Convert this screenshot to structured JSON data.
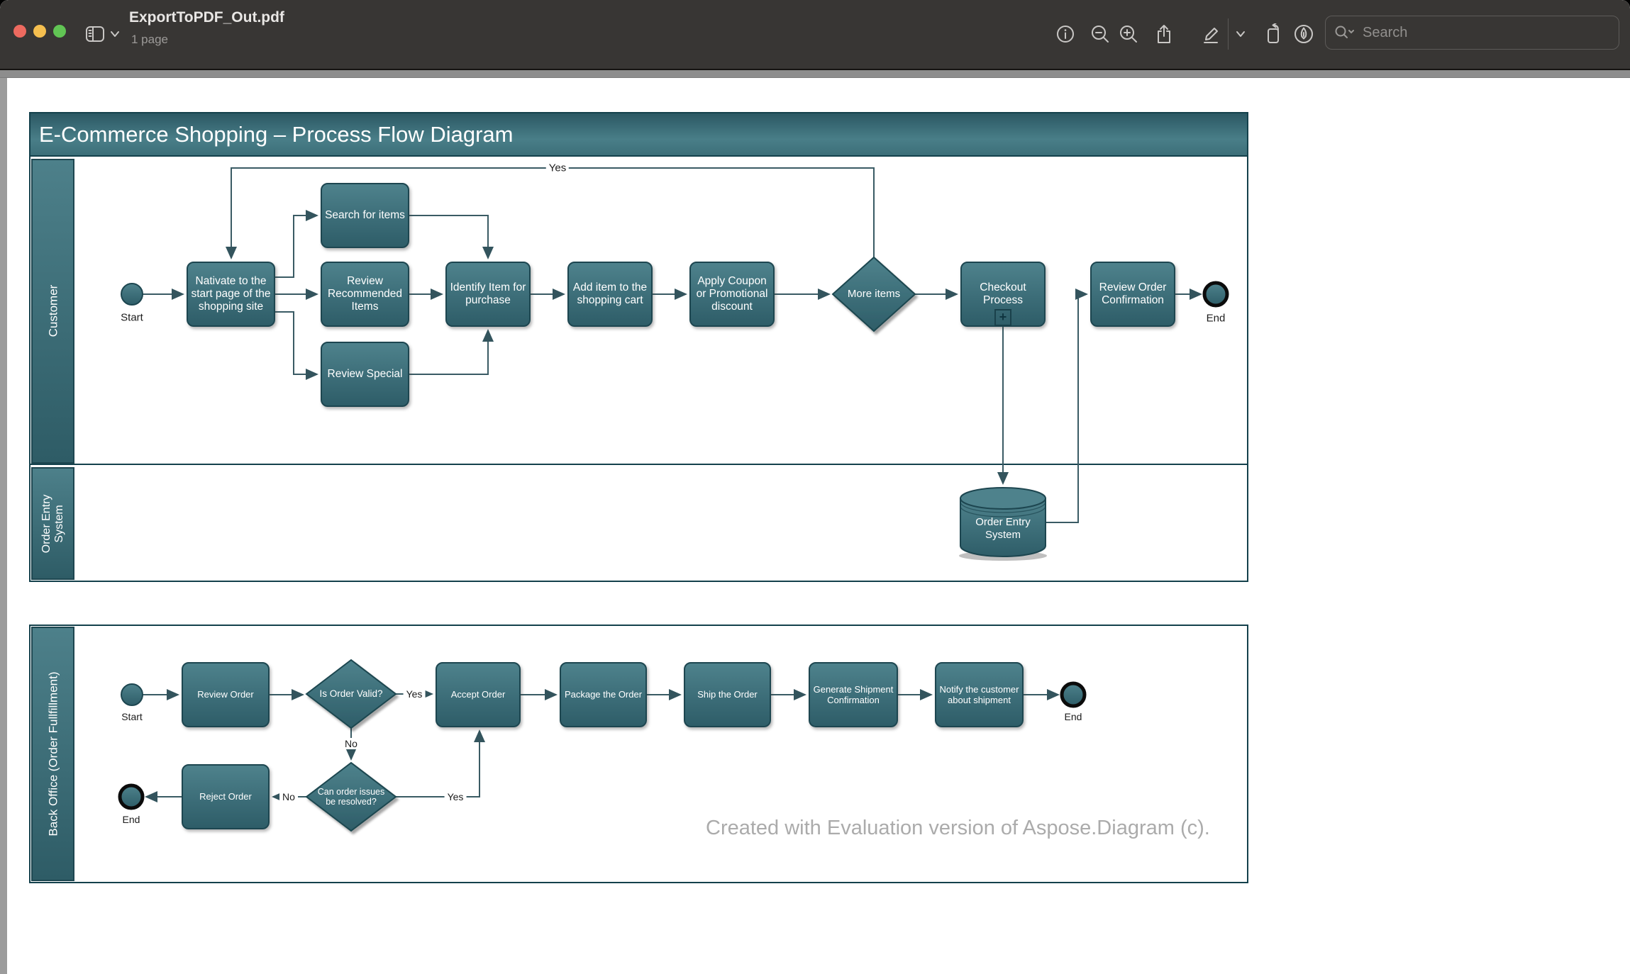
{
  "window": {
    "title": "ExportToPDF_Out.pdf",
    "subtitle": "1 page",
    "traffic_lights": {
      "close": "#ed6a5f",
      "minimize": "#f5bf4f",
      "zoom": "#61c554"
    },
    "toolbar": {
      "icons": [
        "sidebar-toggle",
        "sidebar-chevron",
        "info",
        "zoom-out",
        "zoom-in",
        "share",
        "markup-pen",
        "markup-chevron",
        "rotate",
        "pen-nib"
      ],
      "search_placeholder": "Search"
    }
  },
  "document": {
    "title": "E-Commerce Shopping – Process Flow Diagram",
    "watermark": "Created with Evaluation version of Aspose.Diagram (c).",
    "pools": [
      {
        "name": "pool-customer",
        "lanes": [
          "Customer",
          "Order Entry System"
        ]
      },
      {
        "name": "pool-back-office",
        "lanes": [
          "Back Office (Order Fullfillment)"
        ]
      }
    ],
    "nodes": {
      "start_customer": {
        "label": "Start",
        "type": "start-event"
      },
      "navigate": {
        "label": "Nativate to the start page of the shopping site",
        "type": "task"
      },
      "search_items": {
        "label": "Search for items",
        "type": "task"
      },
      "review_recommended": {
        "label": "Review Recommended Items",
        "type": "task"
      },
      "review_special": {
        "label": "Review Special",
        "type": "task"
      },
      "identify_item": {
        "label": "Identify Item for purchase",
        "type": "task"
      },
      "add_item": {
        "label": "Add item to the shopping cart",
        "type": "task"
      },
      "apply_coupon": {
        "label": "Apply Coupon or Promotional discount",
        "type": "task"
      },
      "more_items": {
        "label": "More items",
        "type": "gateway"
      },
      "checkout": {
        "label": "Checkout Process",
        "type": "subprocess",
        "marker": "+"
      },
      "review_order_confirmation": {
        "label": "Review Order Confirmation",
        "type": "task"
      },
      "end_customer": {
        "label": "End",
        "type": "end-event"
      },
      "order_entry_system": {
        "label": "Order Entry System",
        "type": "datastore"
      },
      "start_back_office": {
        "label": "Start",
        "type": "start-event"
      },
      "review_order": {
        "label": "Review Order",
        "type": "task"
      },
      "is_order_valid": {
        "label": "Is Order Valid?",
        "type": "gateway"
      },
      "accept_order": {
        "label": "Accept Order",
        "type": "task"
      },
      "package_order": {
        "label": "Package the Order",
        "type": "task"
      },
      "ship_order": {
        "label": "Ship the Order",
        "type": "task"
      },
      "generate_shipment": {
        "label": "Generate Shipment Confirmation",
        "type": "task"
      },
      "notify_customer": {
        "label": "Notify the customer about shipment",
        "type": "task"
      },
      "end_back_office": {
        "label": "End",
        "type": "end-event"
      },
      "reject_order": {
        "label": "Reject Order",
        "type": "task"
      },
      "can_order_issues": {
        "label": "Can order issues be resolved?",
        "type": "gateway"
      },
      "end_reject": {
        "label": "End",
        "type": "end-event"
      }
    },
    "edges": [
      {
        "from": "start_customer",
        "to": "navigate"
      },
      {
        "from": "navigate",
        "to": "search_items"
      },
      {
        "from": "navigate",
        "to": "review_recommended"
      },
      {
        "from": "navigate",
        "to": "review_special"
      },
      {
        "from": "search_items",
        "to": "identify_item"
      },
      {
        "from": "review_recommended",
        "to": "identify_item"
      },
      {
        "from": "review_special",
        "to": "identify_item"
      },
      {
        "from": "identify_item",
        "to": "add_item"
      },
      {
        "from": "add_item",
        "to": "apply_coupon"
      },
      {
        "from": "apply_coupon",
        "to": "more_items"
      },
      {
        "from": "more_items",
        "to": "checkout"
      },
      {
        "from": "more_items",
        "to": "navigate",
        "label": "Yes"
      },
      {
        "from": "checkout",
        "to": "order_entry_system"
      },
      {
        "from": "order_entry_system",
        "to": "review_order_confirmation"
      },
      {
        "from": "review_order_confirmation",
        "to": "end_customer"
      },
      {
        "from": "start_back_office",
        "to": "review_order"
      },
      {
        "from": "review_order",
        "to": "is_order_valid"
      },
      {
        "from": "is_order_valid",
        "to": "accept_order",
        "label": "Yes"
      },
      {
        "from": "accept_order",
        "to": "package_order"
      },
      {
        "from": "package_order",
        "to": "ship_order"
      },
      {
        "from": "ship_order",
        "to": "generate_shipment"
      },
      {
        "from": "generate_shipment",
        "to": "notify_customer"
      },
      {
        "from": "notify_customer",
        "to": "end_back_office"
      },
      {
        "from": "is_order_valid",
        "to": "can_order_issues",
        "label": "No"
      },
      {
        "from": "can_order_issues",
        "to": "reject_order",
        "label": "No"
      },
      {
        "from": "reject_order",
        "to": "end_reject"
      },
      {
        "from": "can_order_issues",
        "to": "accept_order",
        "label": "Yes"
      }
    ]
  },
  "colors": {
    "node_teal_light": "#4e828c",
    "node_teal_dark": "#2e5d68",
    "node_border": "#1d4650",
    "pool_border": "#14414c",
    "connector": "#3a5b64",
    "titlebar_bg": "#383634",
    "watermark": "#ababab"
  }
}
